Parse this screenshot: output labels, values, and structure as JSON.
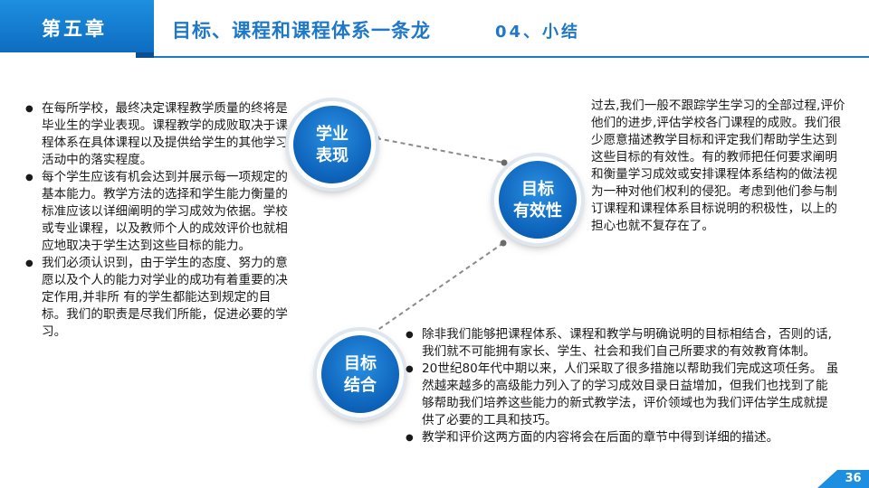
{
  "header": {
    "chapter": "第五章",
    "title": "目标、课程和课程体系一条龙",
    "section": "04、小结"
  },
  "circles": {
    "c1": [
      "学业",
      "表现"
    ],
    "c2": [
      "目标",
      "有效性"
    ],
    "c3": [
      "目标",
      "结合"
    ]
  },
  "left_bullets": [
    "在每所学校，最终决定课程教学质量的终将是毕业生的学业表现。课程教学的成败取决于课程体系在具体课程以及提供给学生的其他学习活动中的落实程度。",
    "每个学生应该有机会达到并展示每一项规定的基本能力。教学方法的选择和学生能力衡量的标准应该以详细阐明的学习成效为依据。学校或专业课程，以及教师个人的成效评价也就相应地取决于学生达到这些目标的能力。",
    "我们必须认识到，由于学生的态度、努力的意愿以及个人的能力对学业的成功有着重要的决定作用,并非所 有的学生都能达到规定的目标。我们的职责是尽我们所能，促进必要的学习。"
  ],
  "right_text": "过去,我们一般不跟踪学生学习的全部过程,评价他们的进步,评估学校各门课程的成败。我们很少愿意描述教学目标和评定我们帮助学生达到这些目标的有效性。有的教师把任何要求阐明和衡量学习成效或安排课程体系结构的做法视为一种对他们权利的侵犯。考虑到他们参与制订课程和课程体系目标说明的积极性，以上的担心也就不复存在了。",
  "bottom_bullets": [
    "除非我们能够把课程体系、课程和教学与明确说明的目标相结合，否则的话,我们就不可能拥有家长、学生、社会和我们自己所要求的有效教育体制。",
    "20世纪80年代中期以来，人们采取了很多措施以帮助我们完成这项任务。  虽然越来越多的高级能力列入了的学习成效目录日益增加，但我们也找到了能够帮助我们培养这些能力的新式教学法，评价领域也为我们评估学生成就提供了必要的工具和技巧。",
    "教学和评价这两方面的内容将会在后面的章节中得到详细的描述。"
  ],
  "page_number": "36",
  "colors": {
    "accent": "#1f77c8",
    "dark": "#0a4f8f"
  }
}
